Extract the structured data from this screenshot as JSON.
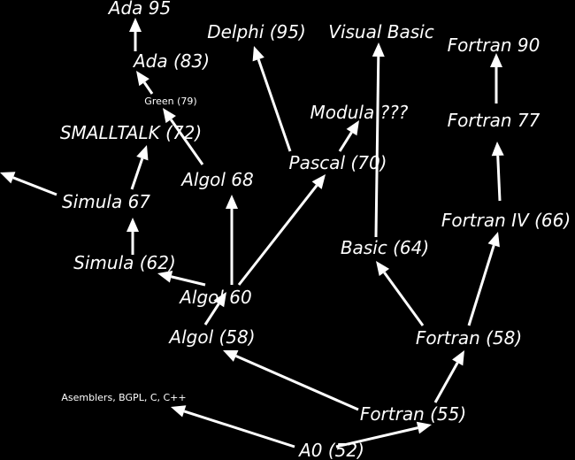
{
  "colors": {
    "background": "#000000",
    "foreground": "#ffffff"
  },
  "nodes": {
    "ada95": "Ada 95",
    "ada83": "Ada (83)",
    "green79": "Green (79)",
    "smalltalk72": "SMALLTALK (72)",
    "simula67": "Simula 67",
    "simula62": "Simula (62)",
    "algol68": "Algol 68",
    "algol60": "Algol 60",
    "algol58": "Algol (58)",
    "asm": "Asemblers, BGPL, C, C++",
    "delphi95": "Delphi (95)",
    "pascal70": "Pascal (70)",
    "modula": "Modula ???",
    "vb": "Visual Basic",
    "basic64": "Basic (64)",
    "fortran90": "Fortran 90",
    "fortran77": "Fortran 77",
    "fortran4": "Fortran IV (66)",
    "fortran58": "Fortran (58)",
    "fortran55": "Fortran (55)",
    "a052": "A0 (52)"
  }
}
